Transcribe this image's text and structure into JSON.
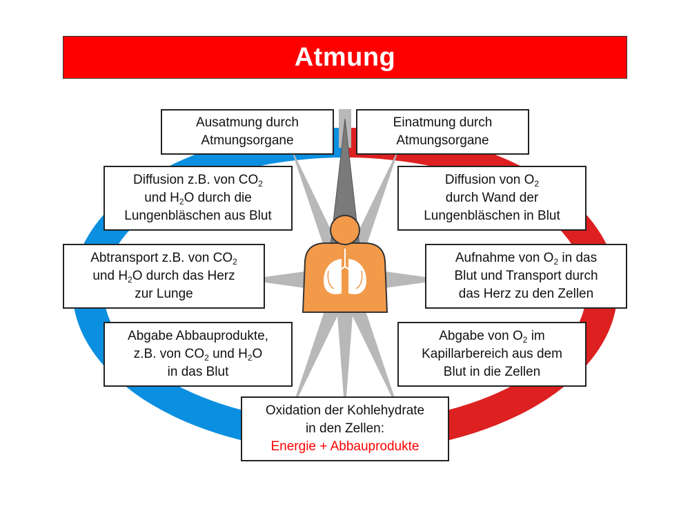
{
  "title": "Atmung",
  "colors": {
    "title_bar": "#ff0000",
    "cycle_blue": "#0b8fe0",
    "cycle_red": "#dd2020",
    "star_gray": "#b8b8b8",
    "star_dark": "#7a7a7a",
    "person": "#f29a4a",
    "highlight": "#ff0000"
  },
  "boxes": {
    "ausatmung": {
      "l1": "Ausatmung durch",
      "l2": "Atmungsorgane"
    },
    "einatmung": {
      "l1": "Einatmung durch",
      "l2": "Atmungsorgane"
    },
    "diffusion_co2": {
      "l1_pre": "Diffusion z.B. von CO",
      "l1_sub": "2",
      "l2_pre": "und H",
      "l2_sub": "2",
      "l2_post": "O durch die",
      "l3": "Lungenbläschen aus Blut"
    },
    "diffusion_o2": {
      "l1_pre": "Diffusion von O",
      "l1_sub": "2",
      "l2": "durch Wand der",
      "l3": "Lungenbläschen in Blut"
    },
    "abtransport": {
      "l1_pre": "Abtransport z.B. von CO",
      "l1_sub": "2",
      "l2_pre": "und H",
      "l2_sub": "2",
      "l2_post": "O durch das Herz",
      "l3": "zur Lunge"
    },
    "aufnahme": {
      "l1_pre": "Aufnahme von O",
      "l1_sub": "2",
      "l1_post": " in das",
      "l2": "Blut und Transport durch",
      "l3": "das Herz zu den Zellen"
    },
    "abgabe_abbau": {
      "l1": "Abgabe Abbauprodukte,",
      "l2_pre": "z.B. von CO",
      "l2_sub": "2",
      "l2_mid": " und H",
      "l2_sub2": "2",
      "l2_post": "O",
      "l3": "in das Blut"
    },
    "abgabe_o2": {
      "l1_pre": "Abgabe von O",
      "l1_sub": "2",
      "l1_post": " im",
      "l2": "Kapillarbereich aus dem",
      "l3": "Blut in die Zellen"
    },
    "oxidation": {
      "l1": "Oxidation der Kohlehydrate",
      "l2": "in den Zellen:",
      "l3": "Energie + Abbauprodukte"
    }
  }
}
